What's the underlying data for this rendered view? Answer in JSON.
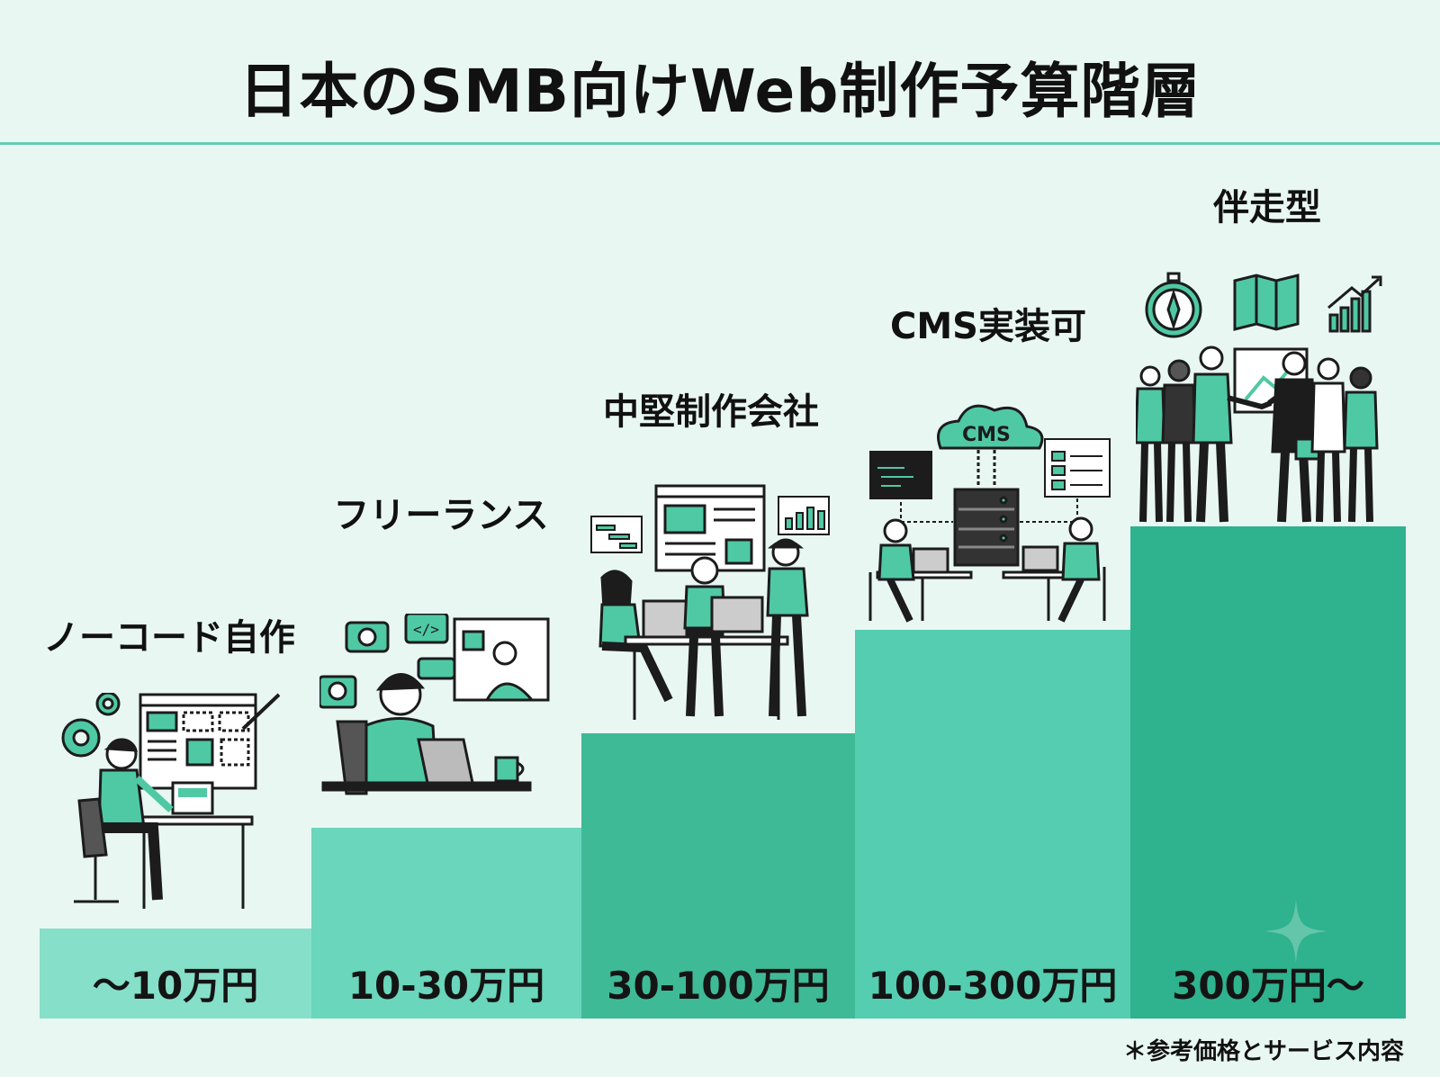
{
  "title": "日本のSMB向けWeb制作予算階層",
  "footnote": "＊参考価格とサービス内容",
  "tiers": [
    {
      "label": "ノーコード自作",
      "price": "～10万円",
      "color": "#86dfc9"
    },
    {
      "label": "フリーランス",
      "price": "10-30万円",
      "color": "#6ad6bb"
    },
    {
      "label": "中堅制作会社",
      "price": "30-100万円",
      "color": "#3fba97"
    },
    {
      "label": "CMS実装可",
      "price": "100-300万円",
      "color": "#55cdb0"
    },
    {
      "label": "伴走型",
      "price": "300万円～",
      "color": "#2fb28e"
    }
  ],
  "cms_cloud_label": "CMS",
  "colors": {
    "accent": "#4fc9a4",
    "dark": "#1c1c1c",
    "rule": "#5fcfb3"
  }
}
